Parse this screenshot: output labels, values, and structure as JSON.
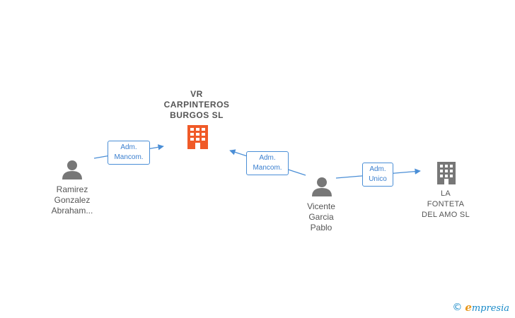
{
  "nodes": {
    "vr_carpinteros": {
      "label": "VR\nCARPINTEROS\nBURGOS  SL",
      "type": "company",
      "color": "#f05a28"
    },
    "ramirez": {
      "label": "Ramirez\nGonzalez\nAbraham...",
      "type": "person"
    },
    "vicente": {
      "label": "Vicente\nGarcia\nPablo",
      "type": "person"
    },
    "la_fonteta": {
      "label": "LA\nFONTETA\nDEL AMO  SL",
      "type": "company",
      "color": "#777777"
    }
  },
  "edges": [
    {
      "from": "ramirez",
      "to": "vr_carpinteros",
      "label": "Adm.\nMancom."
    },
    {
      "from": "vicente",
      "to": "vr_carpinteros",
      "label": "Adm.\nMancom."
    },
    {
      "from": "vicente",
      "to": "la_fonteta",
      "label": "Adm.\nUnico"
    }
  ],
  "brand": {
    "copyright": "©",
    "initial": "e",
    "rest": "mpresia"
  },
  "colors": {
    "edge": "#4a8ed6",
    "person": "#777777"
  }
}
